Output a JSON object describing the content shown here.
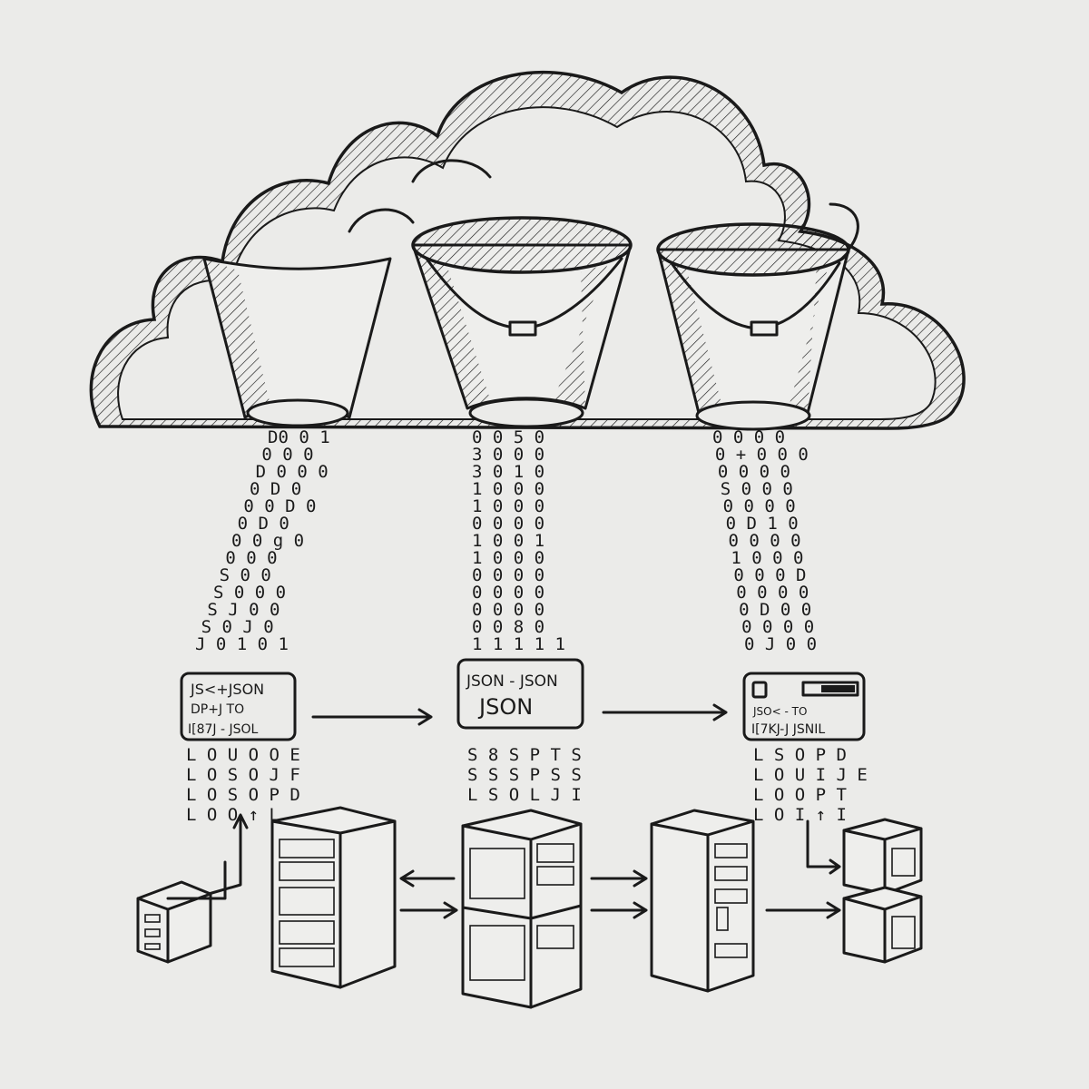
{
  "illustration": {
    "labels": {
      "left_box": [
        "JS<+JSON",
        "DP+J TO",
        "I[87J - JSOL"
      ],
      "middle_box": [
        "JSON - JSON",
        "JSON"
      ],
      "right_box": [
        "JSO< - TO",
        "I[7KJ-J JSNIL"
      ]
    },
    "streams": {
      "left": [
        "D0 0 1",
        "0 0 0",
        "D 0 0 0",
        "0 D 0",
        "0 0 D 0",
        "0 D 0",
        "0 0 g 0",
        "0 0 0",
        "S 0 0",
        "S 0 0 0",
        "S J 0 0",
        "S 0 J 0",
        "J 0 1 0 1"
      ],
      "middle": [
        "0 0 5 0",
        "3 0 0 0",
        "3 0 1 0",
        "1 0 0 0",
        "1 0 0 0",
        "0 0 0 0",
        "1 0 0 1",
        "1 0 0 0",
        "0 0 0 0",
        "0 0 0 0",
        "0 0 0 0",
        "0 0 8 0",
        "1 1 1 1 1"
      ],
      "right": [
        "0 0 0 0",
        "0 + 0 0 0",
        "0 0 0 0",
        "S 0 0 0",
        "0 0 0 0",
        "0 D 1 0",
        "0 0 0 0",
        "1 0 0 0",
        "0 0 0 D",
        "0 0 0 0",
        "0 D 0 0",
        "0 0 0 0",
        "0 J 0 0"
      ]
    },
    "outputs": {
      "left": [
        "L O U O O E",
        "L O S O J F",
        "L O S O P D",
        "L O O ↑ L"
      ],
      "middle": [
        "S 8 S P T S",
        "S S S P S S",
        "L S O L J I"
      ],
      "right": [
        "L S O P D",
        "L O U I J E",
        "L O O P T",
        "L O I ↑ I"
      ]
    },
    "colors": {
      "ink": "#1a1a1a",
      "paper": "#ebebe9"
    }
  }
}
